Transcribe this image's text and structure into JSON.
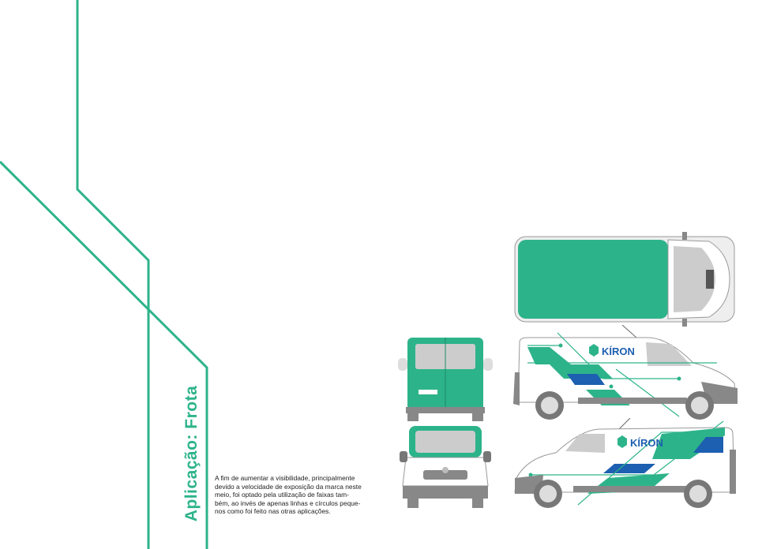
{
  "page": {
    "title": "Aplicação: Frota",
    "paragraph_lines": [
      "A fim de aumentar a visibilidade, principalmente",
      "devido a velocidade de exposição da marca neste",
      "meio, foi optado pela utilização de faixas tam-",
      "bém, ao invés de apenas linhas e círculos peque-",
      "nos como foi feito nas otras aplicações."
    ]
  },
  "brand": {
    "name": "KÍRON"
  },
  "colors": {
    "green": "#2db38a",
    "blue": "#1d5fb0",
    "gray": "#8a8a8a"
  }
}
